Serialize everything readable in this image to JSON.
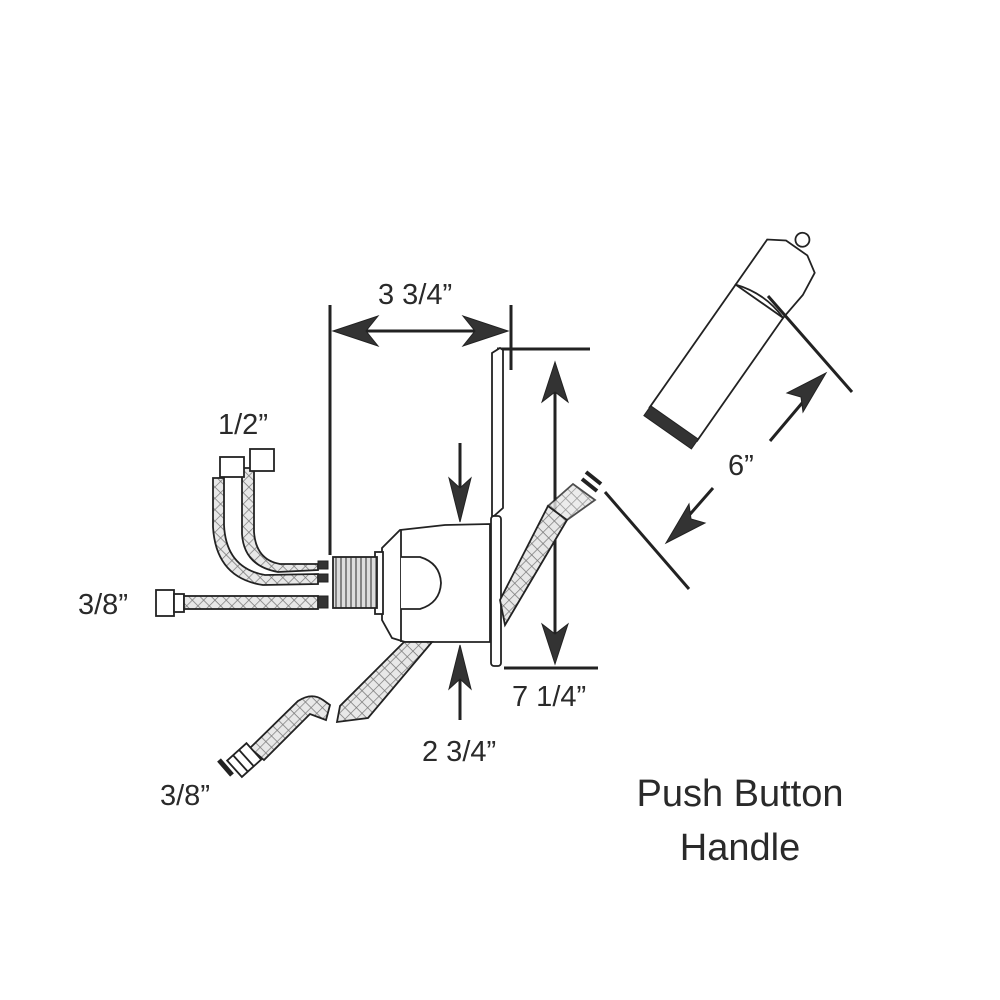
{
  "diagram": {
    "title_line1": "Push Button",
    "title_line2": "Handle",
    "dimensions": {
      "depth": "3 3/4”",
      "height": "7 1/4”",
      "body_height": "2 3/4”",
      "handle_length": "6”"
    },
    "connections": {
      "top_supply": "1/2”",
      "side_supply": "3/8”",
      "outlet": "3/8”"
    },
    "colors": {
      "line": "#222222",
      "text": "#2a2a2a",
      "background": "#ffffff"
    }
  }
}
